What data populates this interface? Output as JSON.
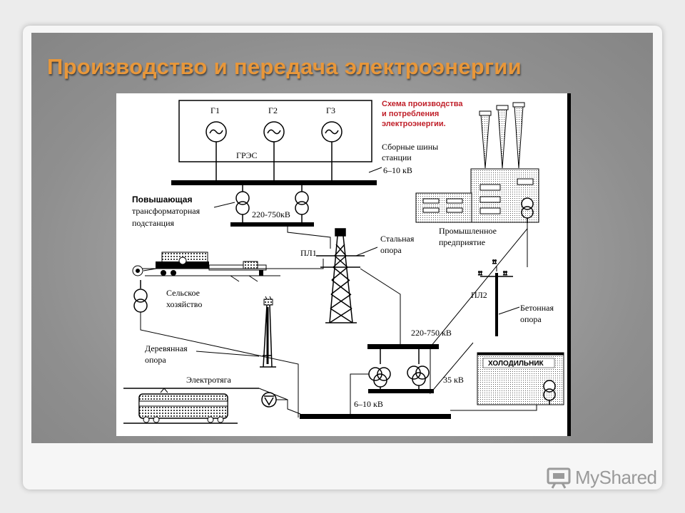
{
  "slide": {
    "title": "Производство и передача электроэнергии"
  },
  "diagram": {
    "caption": [
      "Схема производства",
      "и потребления",
      "электроэнергии."
    ],
    "generators": [
      "Г1",
      "Г2",
      "Г3"
    ],
    "station": "ГРЭС",
    "busbars": [
      "Сборные шины",
      "станции"
    ],
    "busbar_voltage": "6–10 кВ",
    "step_up": [
      "Повышающая",
      "трансформаторная",
      "подстанция"
    ],
    "step_up_voltage": "220-750кВ",
    "line1": "ПЛ1",
    "steel_tower": [
      "Стальная",
      "опора"
    ],
    "industry": [
      "Промышленное",
      "предприятие"
    ],
    "line2": "ПЛ2",
    "concrete_tower": [
      "Бетонная",
      "опора"
    ],
    "agriculture": [
      "Сельское",
      "хозяйство"
    ],
    "wooden_tower": [
      "Деревянная",
      "опора"
    ],
    "traction": "Электротяга",
    "sub_voltage_high": "220-750 кВ",
    "sub_voltage_35": "35 кВ",
    "sub_voltage_low": "6–10 кВ",
    "fridge": "ХОЛОДИЛЬНИК"
  },
  "watermark": {
    "text": "MyShared"
  }
}
